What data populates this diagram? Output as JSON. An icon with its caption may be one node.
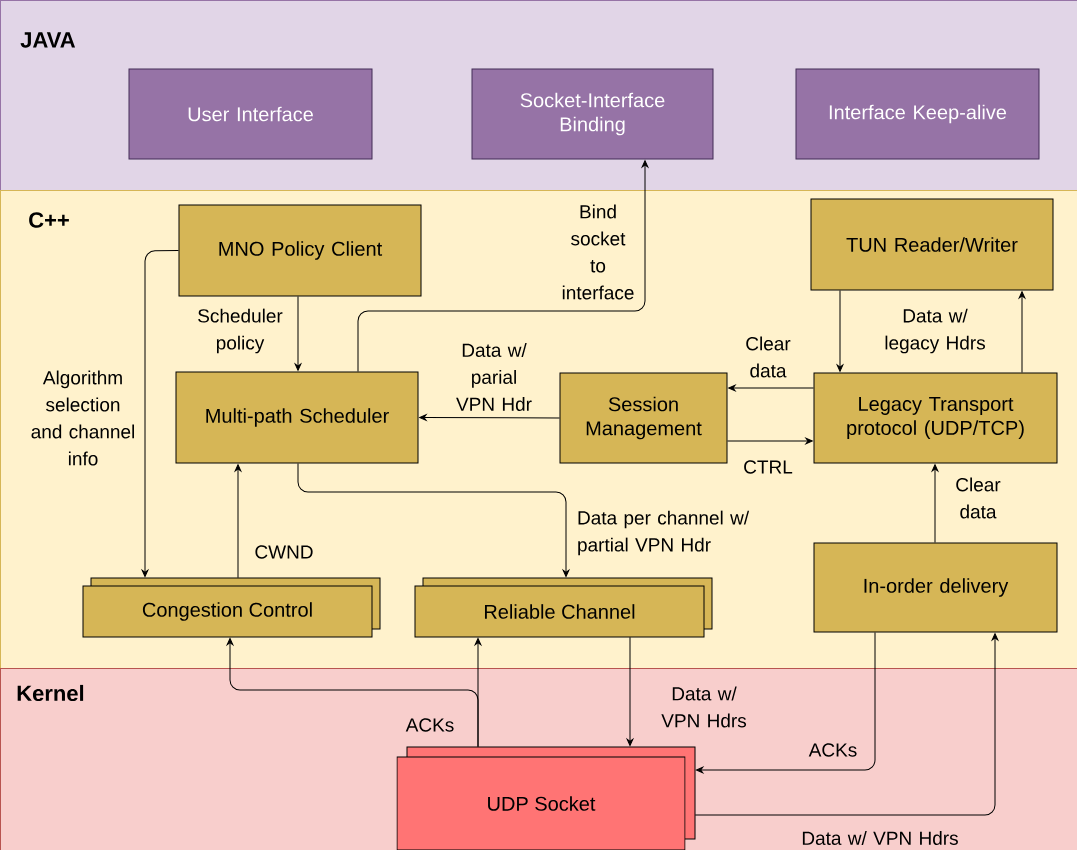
{
  "diagram": {
    "nodes": [
      {
        "text": [
          "JAVA"
        ]
      },
      {
        "text": [
          "User Interface"
        ],
        "in": 0
      },
      {
        "text": [
          "Socket-Interface Binding"
        ],
        "in": 0
      },
      {
        "text": [
          "Interface Keep-alive"
        ],
        "in": 0
      },
      {
        "text": [
          "C++"
        ]
      },
      {
        "text": [
          "MNO Policy Client"
        ],
        "in": 4
      },
      {
        "text": [
          "TUN Reader/Writer"
        ],
        "in": 4
      },
      {
        "text": [
          "Multi-path Scheduler"
        ],
        "in": 4
      },
      {
        "text": [
          "Session Management"
        ],
        "in": 4
      },
      {
        "text": [
          "Legacy Transport protocol (UDP/TCP)"
        ],
        "in": 4
      },
      {
        "text": [
          "Congestion Control"
        ],
        "in": 4
      },
      {
        "text": [
          "Reliable Channel"
        ],
        "in": 4
      },
      {
        "text": [
          "In-order delivery"
        ],
        "in": 4
      },
      {
        "text": [
          "Kernel"
        ]
      },
      {
        "text": [
          "UDP Socket"
        ],
        "in": 13
      }
    ],
    "edges": [
      {
        "from": 5,
        "to": 7,
        "arrow": "to",
        "label": "Scheduler policy"
      },
      {
        "from": 5,
        "to": 10,
        "arrow": "to",
        "label": "Algorithm selection and channel info"
      },
      {
        "from": 7,
        "to": 2,
        "arrow": "to",
        "label": "Bind socket to interface"
      },
      {
        "from": 8,
        "to": 7,
        "arrow": "to",
        "label": "Data w/ parial VPN Hdr"
      },
      {
        "from": 9,
        "to": 8,
        "arrow": "to",
        "label": "Clear data"
      },
      {
        "from": 8,
        "to": 9,
        "arrow": "to",
        "label": "CTRL"
      },
      {
        "from": 6,
        "to": 9,
        "arrow": "to"
      },
      {
        "from": 9,
        "to": 6,
        "arrow": "to",
        "label": "Data w/ legacy Hdrs"
      },
      {
        "from": 12,
        "to": 9,
        "arrow": "to",
        "label": "Clear data"
      },
      {
        "from": 10,
        "to": 7,
        "arrow": "to",
        "label": "CWND"
      },
      {
        "from": 7,
        "to": 11,
        "arrow": "to",
        "label": "Data per channel w/ partial VPN Hdr"
      },
      {
        "from": 14,
        "to": 10,
        "arrow": "to"
      },
      {
        "from": 14,
        "to": 11,
        "arrow": "to",
        "label": "ACKs"
      },
      {
        "from": 11,
        "to": 14,
        "arrow": "to",
        "label": "Data w/ VPN Hdrs"
      },
      {
        "from": 12,
        "to": 14,
        "arrow": "to",
        "label": "ACKs"
      },
      {
        "from": 14,
        "to": 12,
        "arrow": "to",
        "label": "Data w/ VPN Hdrs"
      }
    ]
  }
}
